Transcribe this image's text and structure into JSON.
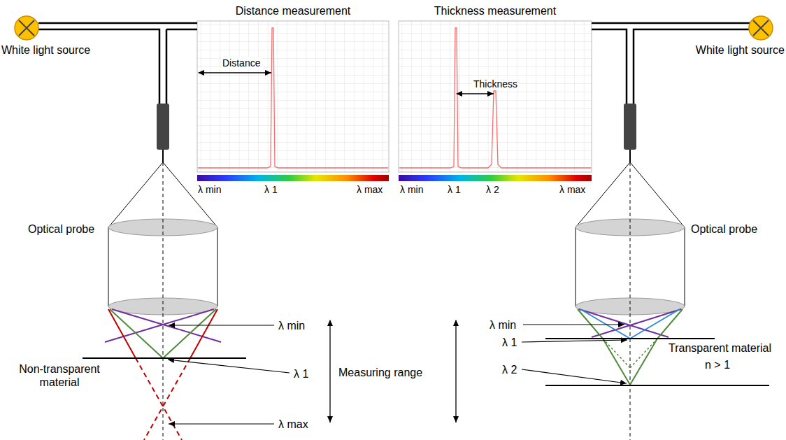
{
  "diagram": {
    "nodes": [
      {
        "text": [
          "Distance measurement",
          "Distance"
        ]
      },
      {
        "text": [
          "Thickness measurement",
          "Thickness"
        ]
      }
    ],
    "labels": [
      "White light source",
      "White light source",
      "λ min",
      "λ 1",
      "λ max",
      "λ min",
      "λ 1",
      "λ 2",
      "λ max",
      "Optical probe",
      "Optical probe",
      "λ min",
      "λ 1",
      "λ max",
      "Non-transparent material",
      "Measuring range",
      "λ min",
      "λ 1",
      "λ 2",
      "Transparent material",
      "n > 1"
    ]
  }
}
